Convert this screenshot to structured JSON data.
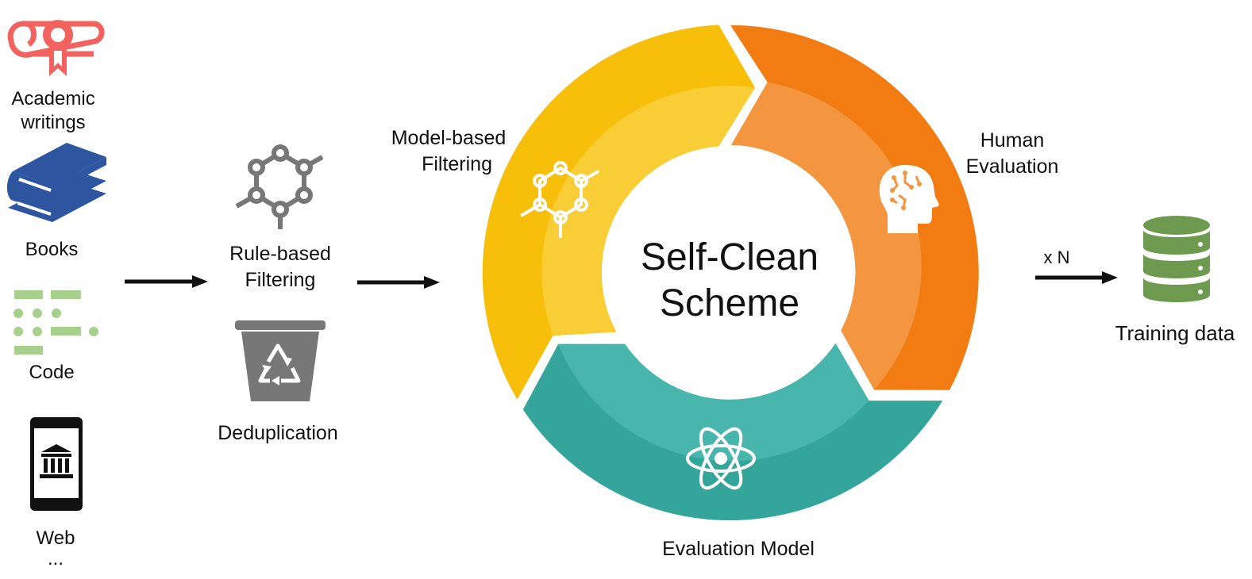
{
  "sources": {
    "academic": {
      "line1": "Academic",
      "line2": "writings",
      "color": "#F2635F"
    },
    "books": {
      "label": "Books",
      "color": "#2E55A0"
    },
    "code": {
      "label": "Code",
      "color": "#A8D08D"
    },
    "web": {
      "label": "Web",
      "more": "..."
    }
  },
  "rule_stage": {
    "rule_line1": "Rule-based",
    "rule_line2": "Filtering",
    "dedup": "Deduplication",
    "icon_color": "#777777"
  },
  "cycle": {
    "title_line1": "Self-Clean",
    "title_line2": "Scheme",
    "model_line1": "Model-based",
    "model_line2": "Filtering",
    "human_line1": "Human",
    "human_line2": "Evaluation",
    "evaluation": "Evaluation Model",
    "colors": {
      "yellow": "#F7BE0A",
      "yellow_inner": "#F8CD35",
      "orange": "#F27C12",
      "orange_inner": "#F49640",
      "teal": "#34A59A",
      "teal_inner": "#49B6AD"
    }
  },
  "output": {
    "repeat": "x N",
    "label": "Training data",
    "color": "#6E9A4F"
  }
}
